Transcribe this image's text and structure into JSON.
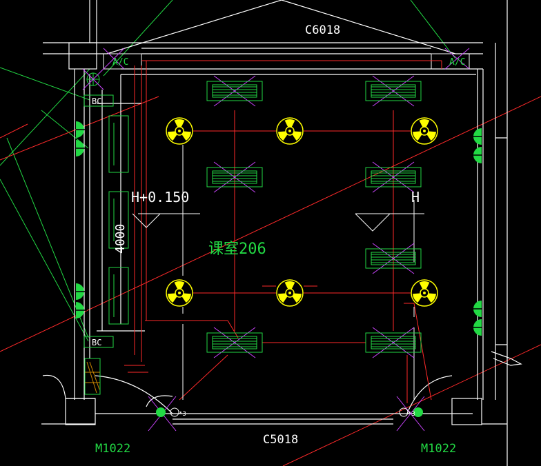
{
  "labels": {
    "window_top": "C6018",
    "window_bottom": "C5018",
    "door_left": "M1022",
    "door_right": "M1022",
    "ac_left": "A/C",
    "ac_right": "A/C",
    "box_upper": "BC",
    "box_lower": "BC",
    "elev_left": "H+0.150",
    "elev_right": "H",
    "room": "课室206",
    "dim": "4000",
    "sub_left": "*3",
    "sub_right": "*3"
  },
  "colors": {
    "background": "#000000",
    "wall": "#ffffff",
    "wire": "#ff2a2a",
    "leader": "#22d944",
    "fixture": "#22d944",
    "fan": "#ffff00",
    "cross": "#cc44ff"
  },
  "symbols": {
    "fan": "ceiling-fan-icon",
    "light": "fluorescent-light-icon",
    "socket": "wall-socket-icon"
  }
}
